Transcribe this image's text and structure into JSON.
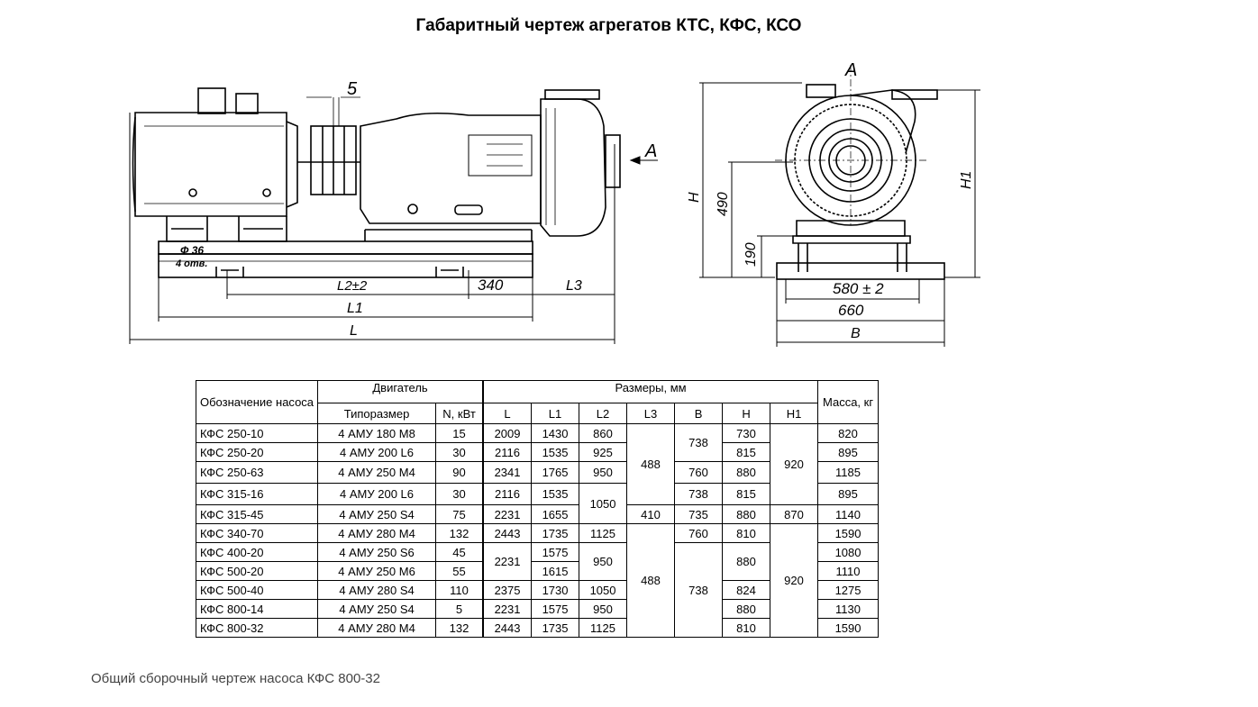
{
  "title": "Габаритный чертеж агрегатов КТС, КФС, КСО",
  "drawing": {
    "labels": {
      "gap": "5",
      "view_arrow": "A",
      "view_label": "A",
      "bolt_dia": "Ф 36",
      "bolt_holes": "4 отв.",
      "l2": "L2±2",
      "d340": "340",
      "l3": "L3",
      "l1": "L1",
      "l": "L",
      "h": "H",
      "d490": "490",
      "d190": "190",
      "h1": "H1",
      "d580": "580 ± 2",
      "d660": "660",
      "b": "B"
    }
  },
  "table": {
    "headers": {
      "designation": "Обозначение насоса",
      "motor": "Двигатель",
      "dimensions": "Размеры, мм",
      "mass": "Масса, кг",
      "type": "Типоразмер",
      "power": "N, кВт",
      "L": "L",
      "L1": "L1",
      "L2": "L2",
      "L3": "L3",
      "B": "B",
      "H": "H",
      "H1": "H1"
    },
    "rows": [
      {
        "name": "КФС 250-10",
        "motor": "4 АМУ 180 М8",
        "n": "15",
        "L": "2009",
        "L1": "1430",
        "L2": "860",
        "L3": "488",
        "B": "738",
        "H": "730",
        "H1": "920",
        "mass": "820"
      },
      {
        "name": "КФС 250-20",
        "motor": "4 АМУ 200 L6",
        "n": "30",
        "L": "2116",
        "L1": "1535",
        "L2": "925",
        "L3": "",
        "B": "",
        "H": "815",
        "H1": "",
        "mass": "895"
      },
      {
        "name": "КФС 250-63",
        "motor": "4 АМУ 250 М4",
        "n": "90",
        "L": "2341",
        "L1": "1765",
        "L2": "950",
        "L3": "",
        "B": "760",
        "H": "880",
        "H1": "",
        "mass": "1185"
      },
      {
        "name": "КФС 315-16",
        "motor": "4 АМУ 200 L6",
        "n": "30",
        "L": "2116",
        "L1": "1535",
        "L2": "1050",
        "L3": "",
        "B": "738",
        "H": "815",
        "H1": "",
        "mass": "895"
      },
      {
        "name": "КФС 315-45",
        "motor": "4 АМУ 250 S4",
        "n": "75",
        "L": "2231",
        "L1": "1655",
        "L2": "",
        "L3": "410",
        "B": "735",
        "H": "880",
        "H1": "870",
        "mass": "1140"
      },
      {
        "name": "КФС 340-70",
        "motor": "4 АМУ 280 М4",
        "n": "132",
        "L": "2443",
        "L1": "1735",
        "L2": "1125",
        "L3": "488",
        "B": "760",
        "H": "810",
        "H1": "920",
        "mass": "1590"
      },
      {
        "name": "КФС 400-20",
        "motor": "4 АМУ 250 S6",
        "n": "45",
        "L": "2231",
        "L1": "1575",
        "L2": "950",
        "L3": "",
        "B": "738",
        "H": "880",
        "H1": "",
        "mass": "1080"
      },
      {
        "name": "КФС 500-20",
        "motor": "4 АМУ 250 М6",
        "n": "55",
        "L": "",
        "L1": "1615",
        "L2": "",
        "L3": "",
        "B": "",
        "H": "",
        "H1": "",
        "mass": "1110"
      },
      {
        "name": "КФС 500-40",
        "motor": "4 АМУ 280 S4",
        "n": "110",
        "L": "2375",
        "L1": "1730",
        "L2": "1050",
        "L3": "",
        "B": "",
        "H": "824",
        "H1": "",
        "mass": "1275"
      },
      {
        "name": "КФС 800-14",
        "motor": "4 АМУ 250 S4",
        "n": "5",
        "L": "2231",
        "L1": "1575",
        "L2": "950",
        "L3": "",
        "B": "",
        "H": "880",
        "H1": "",
        "mass": "1130"
      },
      {
        "name": "КФС 800-32",
        "motor": "4 АМУ 280 М4",
        "n": "132",
        "L": "2443",
        "L1": "1735",
        "L2": "1125",
        "L3": "",
        "B": "",
        "H": "810",
        "H1": "",
        "mass": "1590"
      }
    ]
  },
  "caption": "Общий сборочный чертеж насоса КФС 800-32"
}
